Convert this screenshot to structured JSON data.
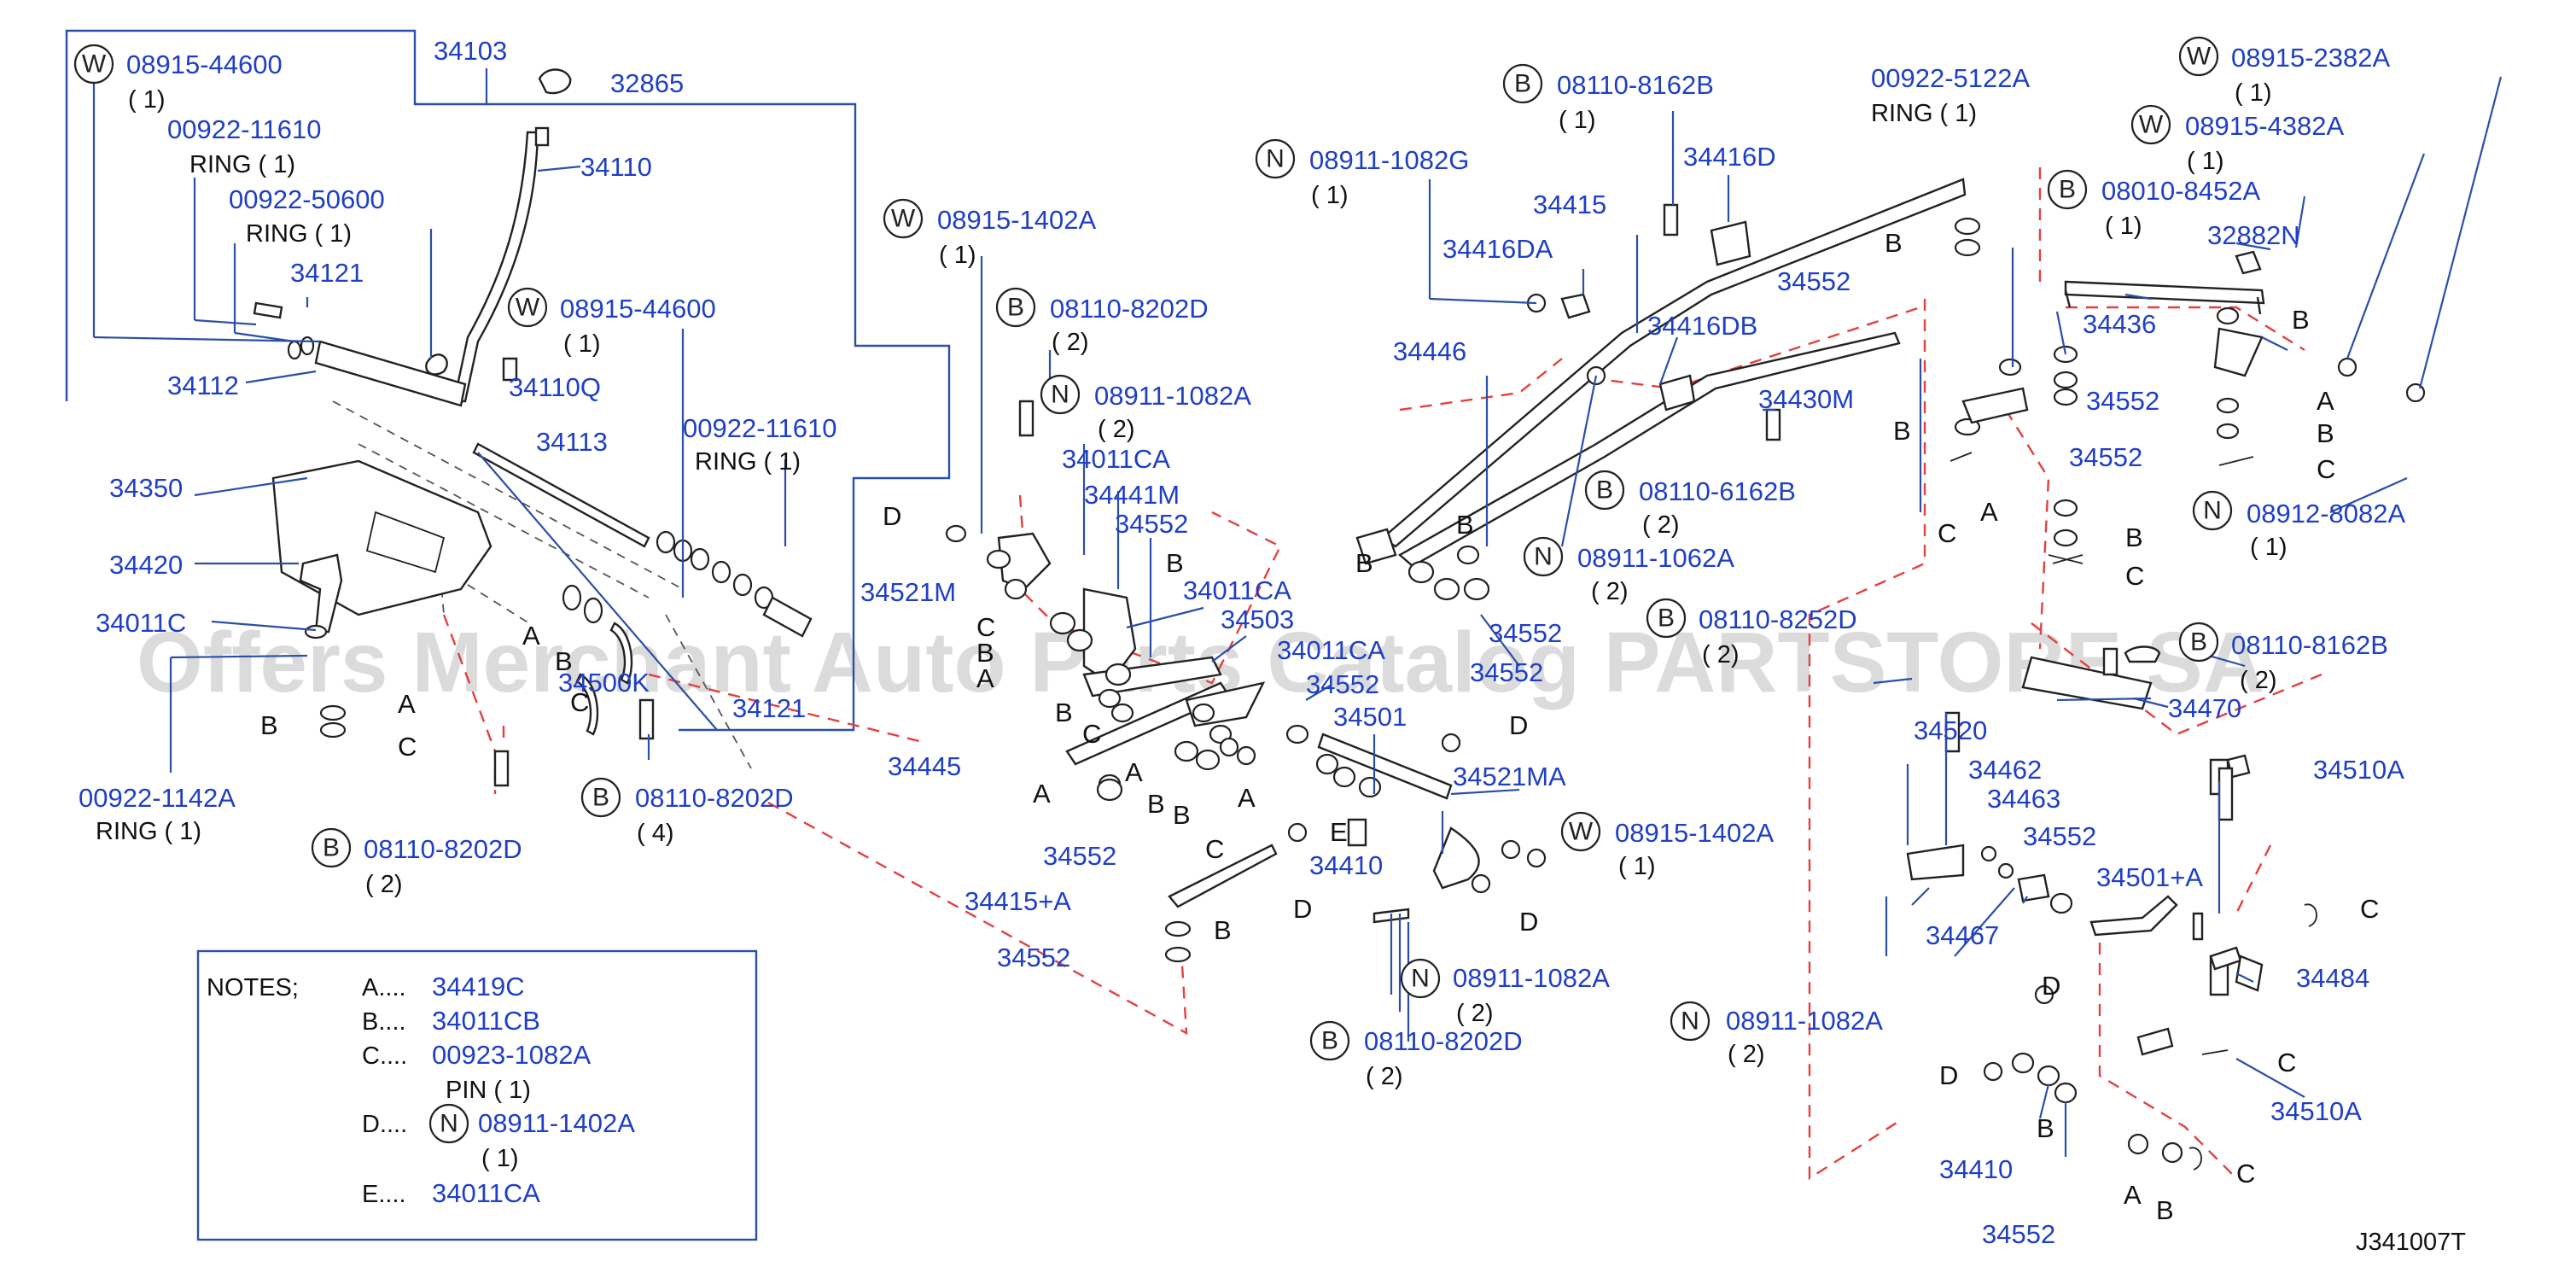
{
  "diagram_code": "J341007T",
  "watermark": "Offers Merchant Auto Parts Catalog PARTSTORE.SA",
  "notes": {
    "title": "NOTES;",
    "A_key": "A....",
    "A_part": "34419C",
    "B_key": "B....",
    "B_part": "34011CB",
    "C_key": "C....",
    "C_part": "00923-1082A",
    "C_desc": "PIN  ( 1)",
    "D_key": "D....",
    "D_badge": "N",
    "D_part": "08911-1402A",
    "D_qty": "( 1)",
    "E_key": "E....",
    "E_part": "34011CA"
  },
  "callouts": [
    {
      "id": "w-08915-44600-a",
      "badge": "W",
      "part": "08915-44600",
      "qty": "( 1)"
    },
    {
      "id": "34103",
      "part": "34103"
    },
    {
      "id": "32865",
      "part": "32865"
    },
    {
      "id": "00922-11610-a",
      "part": "00922-11610",
      "desc": "RING  ( 1)"
    },
    {
      "id": "00922-50600",
      "part": "00922-50600",
      "desc": "RING  ( 1)"
    },
    {
      "id": "34110",
      "part": "34110"
    },
    {
      "id": "34121-a",
      "part": "34121"
    },
    {
      "id": "w-08915-44600-b",
      "badge": "W",
      "part": "08915-44600",
      "qty": "( 1)"
    },
    {
      "id": "34110Q",
      "part": "34110Q"
    },
    {
      "id": "34112",
      "part": "34112"
    },
    {
      "id": "00922-11610-b",
      "part": "00922-11610",
      "desc": "RING  ( 1)"
    },
    {
      "id": "34113",
      "part": "34113"
    },
    {
      "id": "34350",
      "part": "34350"
    },
    {
      "id": "34420",
      "part": "34420"
    },
    {
      "id": "34011C",
      "part": "34011C"
    },
    {
      "id": "34500K",
      "part": "34500K"
    },
    {
      "id": "34121-b",
      "part": "34121"
    },
    {
      "id": "00922-1142A",
      "part": "00922-1142A",
      "desc": "RING  ( 1)"
    },
    {
      "id": "b-08110-8202D-a",
      "badge": "B",
      "part": "08110-8202D",
      "qty": "( 4)"
    },
    {
      "id": "b-08110-8202D-b",
      "badge": "B",
      "part": "08110-8202D",
      "qty": "( 2)"
    },
    {
      "id": "34445",
      "part": "34445"
    },
    {
      "id": "w-08915-1402A-a",
      "badge": "W",
      "part": "08915-1402A",
      "qty": "( 1)"
    },
    {
      "id": "b-08110-8202D-c",
      "badge": "B",
      "part": "08110-8202D",
      "qty": "( 2)"
    },
    {
      "id": "n-08911-1082A-a",
      "badge": "N",
      "part": "08911-1082A",
      "qty": "( 2)"
    },
    {
      "id": "34011CA-a",
      "part": "34011CA"
    },
    {
      "id": "34441M",
      "part": "34441M"
    },
    {
      "id": "34552-a",
      "part": "34552"
    },
    {
      "id": "34521M",
      "part": "34521M"
    },
    {
      "id": "34011CA-b",
      "part": "34011CA"
    },
    {
      "id": "34503",
      "part": "34503"
    },
    {
      "id": "34011CA-c",
      "part": "34011CA"
    },
    {
      "id": "34552-b",
      "part": "34552"
    },
    {
      "id": "34501",
      "part": "34501"
    },
    {
      "id": "34521MA",
      "part": "34521MA"
    },
    {
      "id": "34552-c",
      "part": "34552"
    },
    {
      "id": "34410-a",
      "part": "34410"
    },
    {
      "id": "w-08915-1402A-b",
      "badge": "W",
      "part": "08915-1402A",
      "qty": "( 1)"
    },
    {
      "id": "34415+A",
      "part": "34415+A"
    },
    {
      "id": "34552-d",
      "part": "34552"
    },
    {
      "id": "n-08911-1082A-b",
      "badge": "N",
      "part": "08911-1082A",
      "qty": "( 2)"
    },
    {
      "id": "b-08110-8202D-d",
      "badge": "B",
      "part": "08110-8202D",
      "qty": "( 2)"
    },
    {
      "id": "n-08911-1082G",
      "badge": "N",
      "part": "08911-1082G",
      "qty": "( 1)"
    },
    {
      "id": "b-08110-8162B-a",
      "badge": "B",
      "part": "08110-8162B",
      "qty": "( 1)"
    },
    {
      "id": "34416D",
      "part": "34416D"
    },
    {
      "id": "34415",
      "part": "34415"
    },
    {
      "id": "34416DA",
      "part": "34416DA"
    },
    {
      "id": "34552-e",
      "part": "34552"
    },
    {
      "id": "34416DB",
      "part": "34416DB"
    },
    {
      "id": "34446",
      "part": "34446"
    },
    {
      "id": "34430M",
      "part": "34430M"
    },
    {
      "id": "b-08110-6162B",
      "badge": "B",
      "part": "08110-6162B",
      "qty": "( 2)"
    },
    {
      "id": "n-08911-1062A",
      "badge": "N",
      "part": "08911-1062A",
      "qty": "( 2)"
    },
    {
      "id": "34552-f",
      "part": "34552"
    },
    {
      "id": "34552-g",
      "part": "34552"
    },
    {
      "id": "b-08110-8252D",
      "badge": "B",
      "part": "08110-8252D",
      "qty": "( 2)"
    },
    {
      "id": "00922-5122A",
      "part": "00922-5122A",
      "desc": "RING     ( 1)"
    },
    {
      "id": "34552-h",
      "part": "34552"
    },
    {
      "id": "34552-i",
      "part": "34552"
    },
    {
      "id": "w-08915-2382A",
      "badge": "W",
      "part": "08915-2382A",
      "qty": "( 1)"
    },
    {
      "id": "w-08915-4382A",
      "badge": "W",
      "part": "08915-4382A",
      "qty": "( 1)"
    },
    {
      "id": "b-08010-8452A",
      "badge": "B",
      "part": "08010-8452A",
      "qty": "( 1)"
    },
    {
      "id": "32882N",
      "part": "32882N"
    },
    {
      "id": "34436",
      "part": "34436"
    },
    {
      "id": "n-08912-8082A",
      "badge": "N",
      "part": "08912-8082A",
      "qty": "( 1)"
    },
    {
      "id": "b-08110-8162B-b",
      "badge": "B",
      "part": "08110-8162B",
      "qty": "( 2)"
    },
    {
      "id": "34470",
      "part": "34470"
    },
    {
      "id": "34520",
      "part": "34520"
    },
    {
      "id": "34462",
      "part": "34462"
    },
    {
      "id": "34463",
      "part": "34463"
    },
    {
      "id": "34552-j",
      "part": "34552"
    },
    {
      "id": "34510A-a",
      "part": "34510A"
    },
    {
      "id": "34501+A",
      "part": "34501+A"
    },
    {
      "id": "34467",
      "part": "34467"
    },
    {
      "id": "34484",
      "part": "34484"
    },
    {
      "id": "n-08911-1082A-c",
      "badge": "N",
      "part": "08911-1082A",
      "qty": "( 2)"
    },
    {
      "id": "34510A-b",
      "part": "34510A"
    },
    {
      "id": "34410-b",
      "part": "34410"
    },
    {
      "id": "34552-k",
      "part": "34552"
    }
  ],
  "letters": [
    "A",
    "B",
    "C",
    "D",
    "E"
  ]
}
